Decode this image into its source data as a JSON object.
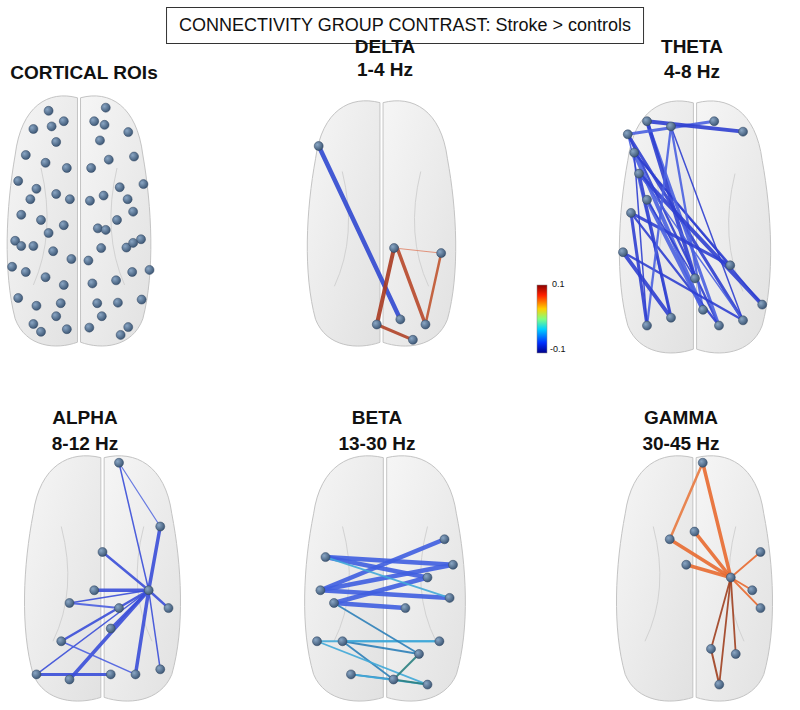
{
  "diagram": {
    "title": "CONNECTIVITY GROUP CONTRAST: Stroke > controls",
    "labels": [
      "CORTICAL ROIs",
      "DELTA",
      "1-4 Hz",
      "THETA",
      "4-8 Hz",
      "ALPHA",
      "8-12 Hz",
      "BETA",
      "13-30 Hz",
      "GAMMA",
      "30-45 Hz",
      "0.1",
      "-0.1"
    ]
  }
}
